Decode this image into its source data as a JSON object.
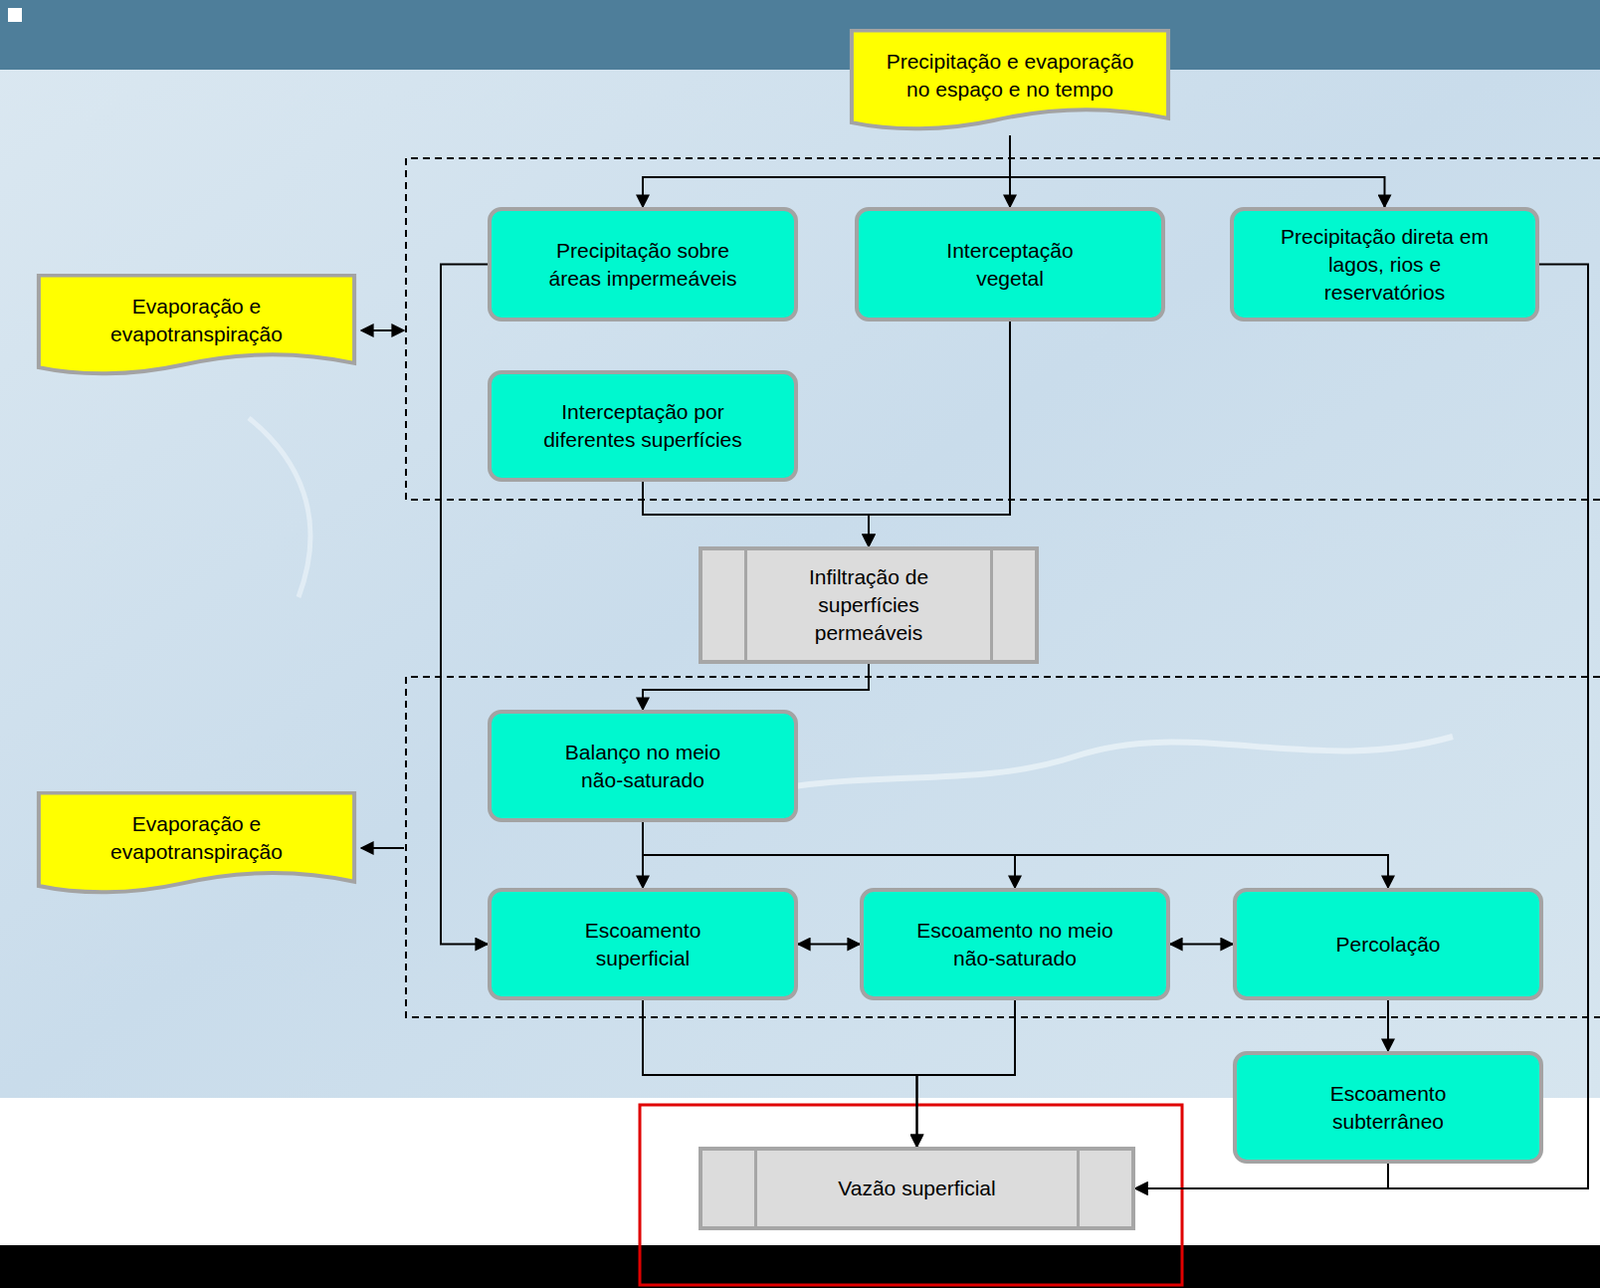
{
  "diagram": {
    "nodes": [
      {
        "text": [
          "Precipitação e evaporação no espaço e no tempo"
        ]
      },
      {
        "text": [
          "Precipitação sobre áreas impermeáveis"
        ]
      },
      {
        "text": [
          "Interceptação vegetal"
        ]
      },
      {
        "text": [
          "Precipitação direta em lagos, rios e reservatórios"
        ]
      },
      {
        "text": [
          "Evaporação e evapotranspiração"
        ]
      },
      {
        "text": [
          "Interceptação por diferentes superfícies"
        ]
      },
      {
        "text": [
          "Infiltração de superfícies permeáveis"
        ]
      },
      {
        "text": [
          "Balanço no meio não-saturado"
        ]
      },
      {
        "text": [
          "Evaporação e evapotranspiração"
        ]
      },
      {
        "text": [
          "Escoamento superficial"
        ]
      },
      {
        "text": [
          "Escoamento no meio não-saturado"
        ]
      },
      {
        "text": [
          "Percolação"
        ]
      },
      {
        "text": [
          "Escoamento subterrâneo"
        ]
      },
      {
        "text": [
          "Vazão superficial"
        ]
      }
    ],
    "edges": [
      {
        "from": 0,
        "to": 1,
        "arrow": "to"
      },
      {
        "from": 0,
        "to": 2,
        "arrow": "to"
      },
      {
        "from": 0,
        "to": 3,
        "arrow": "to"
      },
      {
        "from": 1,
        "to": 9,
        "arrow": "to"
      },
      {
        "from": 2,
        "to": 6,
        "arrow": "to"
      },
      {
        "from": 5,
        "to": 6,
        "arrow": "to"
      },
      {
        "from": 3,
        "to": 13,
        "arrow": "to"
      },
      {
        "from": 6,
        "to": 7,
        "arrow": "to"
      },
      {
        "from": 7,
        "to": 9,
        "arrow": "to"
      },
      {
        "from": 7,
        "to": 10,
        "arrow": "to"
      },
      {
        "from": 7,
        "to": 11,
        "arrow": "to"
      },
      {
        "from": 9,
        "to": 10,
        "arrow": "both"
      },
      {
        "from": 10,
        "to": 11,
        "arrow": "both"
      },
      {
        "from": 11,
        "to": 12,
        "arrow": "to"
      },
      {
        "from": 9,
        "to": 13,
        "arrow": "to"
      },
      {
        "from": 10,
        "to": 13,
        "arrow": "to"
      },
      {
        "from": 12,
        "to": 13,
        "arrow": "to"
      }
    ]
  }
}
